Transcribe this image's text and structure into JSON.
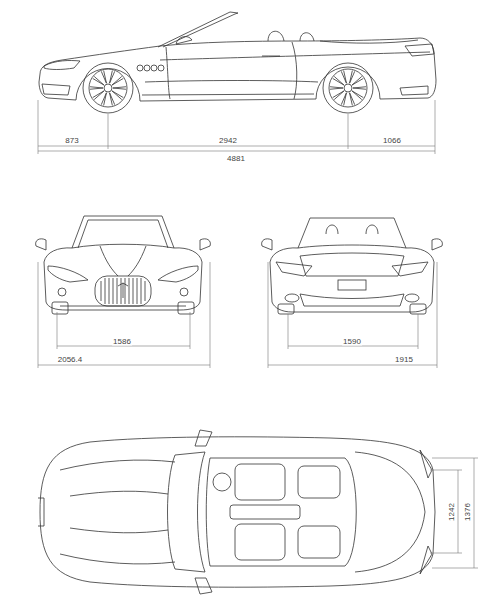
{
  "diagram": {
    "labels": [
      "873",
      "2942",
      "1066",
      "4881",
      "1586",
      "2056.4",
      "1590",
      "1915",
      "1242",
      "1376"
    ]
  }
}
